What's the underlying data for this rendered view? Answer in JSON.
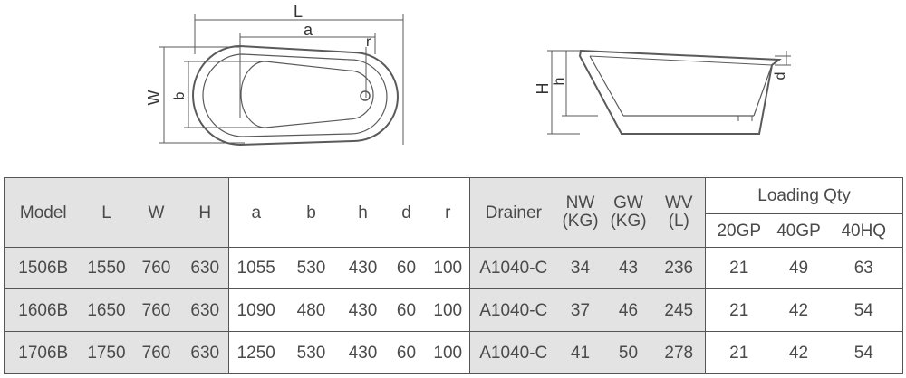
{
  "diagram": {
    "top_view_labels": {
      "L": "L",
      "W": "W",
      "a": "a",
      "b": "b",
      "r": "r"
    },
    "side_view_labels": {
      "H": "H",
      "h": "h",
      "d": "d"
    }
  },
  "table": {
    "group_header": "Loading Qty",
    "columns": {
      "model": "Model",
      "L": "L",
      "W": "W",
      "H": "H",
      "a": "a",
      "b": "b",
      "h": "h",
      "d": "d",
      "r": "r",
      "drainer": "Drainer",
      "nw_top": "NW",
      "nw_bottom": "(KG)",
      "gw_top": "GW",
      "gw_bottom": "(KG)",
      "wv_top": "WV",
      "wv_bottom": "(L)",
      "gp20": "20GP",
      "gp40": "40GP",
      "hq40": "40HQ"
    },
    "rows": [
      {
        "model": "1506B",
        "L": "1550",
        "W": "760",
        "H": "630",
        "a": "1055",
        "b": "530",
        "h": "430",
        "d": "60",
        "r": "100",
        "drainer": "A1040-C",
        "nw": "34",
        "gw": "43",
        "wv": "236",
        "gp20": "21",
        "gp40": "49",
        "hq40": "63"
      },
      {
        "model": "1606B",
        "L": "1650",
        "W": "760",
        "H": "630",
        "a": "1090",
        "b": "480",
        "h": "430",
        "d": "60",
        "r": "100",
        "drainer": "A1040-C",
        "nw": "37",
        "gw": "46",
        "wv": "245",
        "gp20": "21",
        "gp40": "42",
        "hq40": "54"
      },
      {
        "model": "1706B",
        "L": "1750",
        "W": "760",
        "H": "630",
        "a": "1250",
        "b": "530",
        "h": "430",
        "d": "60",
        "r": "100",
        "drainer": "A1040-C",
        "nw": "41",
        "gw": "50",
        "wv": "278",
        "gp20": "21",
        "gp40": "42",
        "hq40": "54"
      }
    ]
  }
}
